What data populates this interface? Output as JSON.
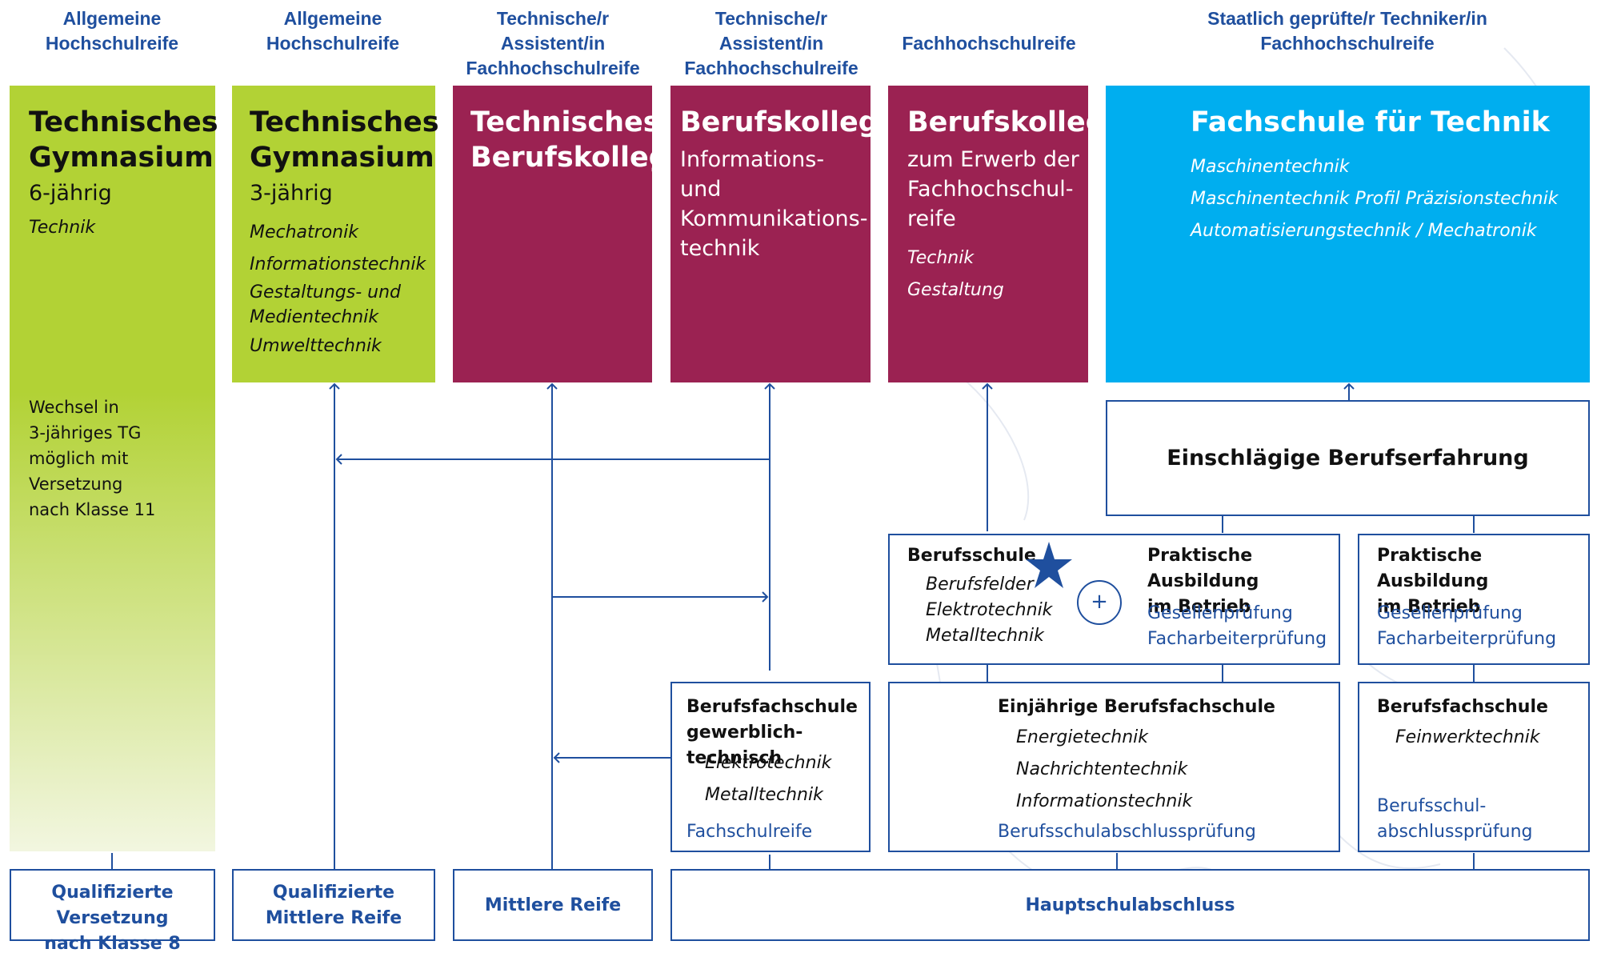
{
  "headers": {
    "col1": [
      "Allgemeine",
      "Hochschulreife"
    ],
    "col2": [
      "Allgemeine",
      "Hochschulreife"
    ],
    "col3": [
      "Technische/r Assistent/in",
      "Fachhochschulreife"
    ],
    "col4": [
      "Technische/r Assistent/in",
      "Fachhochschulreife"
    ],
    "col5": "Fachhochschulreife",
    "col6": [
      "Staatlich geprüfte/r Techniker/in",
      "Fachhochschulreife"
    ]
  },
  "tg6": {
    "title1": "Technisches",
    "title2": "Gymnasium",
    "duration": "6-jährig",
    "profile": "Technik",
    "note": [
      "Wechsel in",
      "3-jähriges TG",
      "möglich mit",
      "Versetzung",
      "nach Klasse 11"
    ]
  },
  "tg3": {
    "title1": "Technisches",
    "title2": "Gymnasium",
    "duration": "3-jährig",
    "profiles": [
      "Mechatronik",
      "Informationstechnik",
      "Gestaltungs- und",
      "Medientechnik",
      "Umwelttechnik"
    ]
  },
  "tbk": {
    "title1": "Technisches",
    "title2": "Berufskolleg"
  },
  "bk_ik": {
    "title": "Berufskolleg",
    "lines": [
      "Informations- und",
      "Kommunikations-",
      "technik"
    ]
  },
  "bk_fh": {
    "title": "Berufskolleg",
    "lines": [
      "zum Erwerb der",
      "Fachhochschul-",
      "reife"
    ],
    "profiles": [
      "Technik",
      "Gestaltung"
    ]
  },
  "fst": {
    "title": "Fachschule für Technik",
    "profiles": [
      "Maschinentechnik",
      "Maschinentechnik Profil Präzisionstechnik",
      "Automatisierungstechnik / Mechatronik"
    ]
  },
  "experience": "Einschlägige Berufserfahrung",
  "dual": {
    "school_title": "Berufsschule",
    "school_items": [
      "Berufsfelder",
      "Elektrotechnik",
      "Metalltechnik"
    ],
    "plus": "+",
    "practice_title": [
      "Praktische Ausbildung",
      "im Betrieb"
    ],
    "exams": [
      "Gesellenprüfung",
      "Facharbeiterprüfung"
    ]
  },
  "practice2": {
    "title": [
      "Praktische Ausbildung",
      "im Betrieb"
    ],
    "exams": [
      "Gesellenprüfung",
      "Facharbeiterprüfung"
    ]
  },
  "bfs_gt": {
    "title": [
      "Berufsfachschule",
      "gewerblich-technisch"
    ],
    "items": [
      "Elektrotechnik",
      "Metalltechnik"
    ],
    "exam": "Fachschulreife"
  },
  "bfs_1": {
    "title": "Einjährige Berufsfachschule",
    "items": [
      "Energietechnik",
      "Nachrichtentechnik",
      "Informationstechnik"
    ],
    "exam": "Berufsschulabschlussprüfung"
  },
  "bfs_fw": {
    "title": "Berufsfachschule",
    "items": [
      "Feinwerktechnik"
    ],
    "exam": [
      "Berufsschul-",
      "abschlussprüfung"
    ]
  },
  "entry": {
    "e1": [
      "Qualifizierte Versetzung",
      "nach Klasse 8"
    ],
    "e2": [
      "Qualifizierte",
      "Mittlere Reife"
    ],
    "e3": "Mittlere Reife",
    "e4": "Hauptschulabschluss"
  },
  "colors": {
    "green": "#b2d235",
    "plum": "#9b2252",
    "cyan": "#00aeef",
    "navy": "#1f4f9e",
    "star": "#1f4f9e"
  }
}
